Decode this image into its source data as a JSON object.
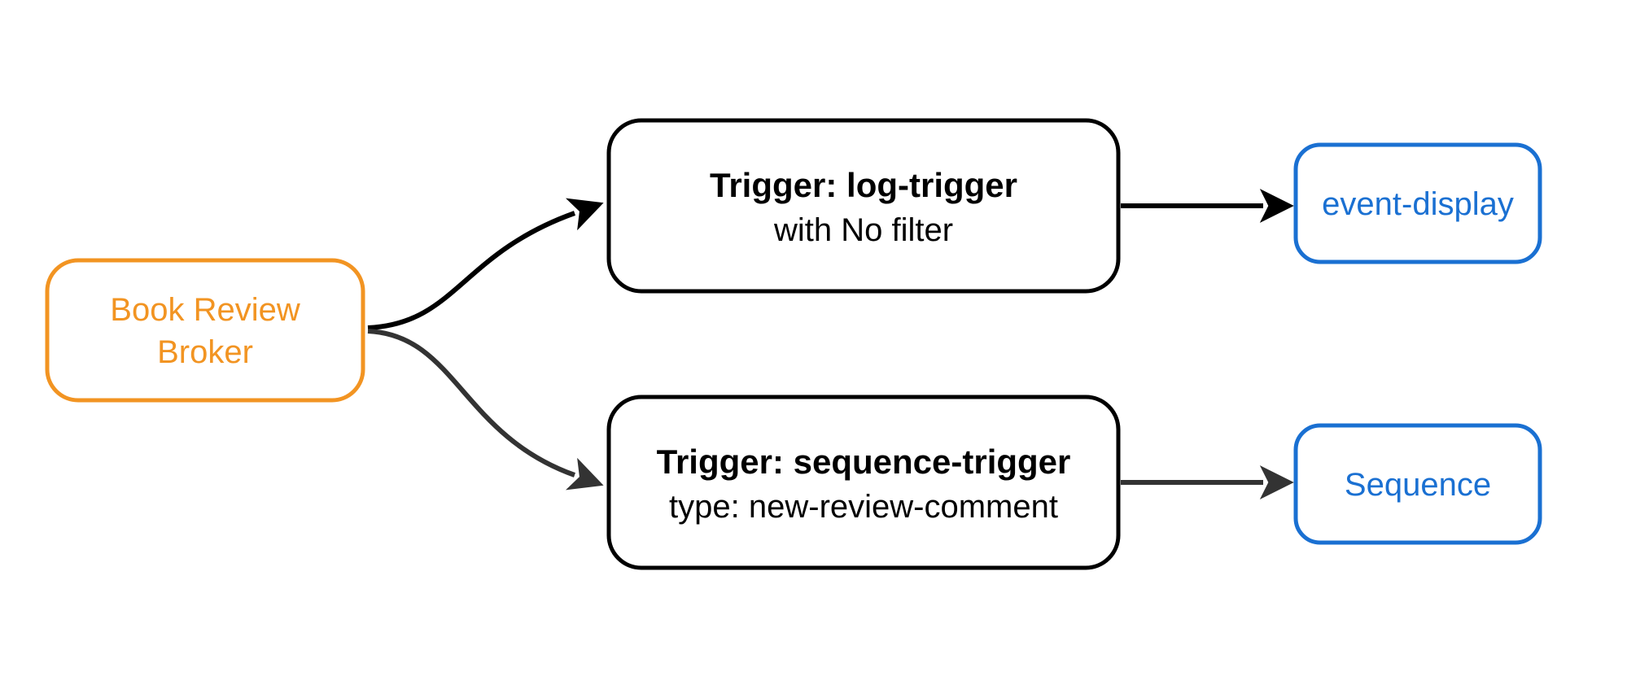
{
  "diagram": {
    "type": "flowchart",
    "background": "#ffffff",
    "colors": {
      "orange": "#F29422",
      "blue": "#1A70D2",
      "black": "#000000",
      "gray": "#333333",
      "node_fill": "#ffffff"
    },
    "nodes": {
      "broker": {
        "label_line1": "Book Review",
        "label_line2": "Broker",
        "border_color": "#F29422",
        "text_color": "#F29422"
      },
      "trigger_log": {
        "title": "Trigger: log-trigger",
        "subtitle": "with No filter",
        "border_color": "#000000",
        "text_color": "#000000"
      },
      "trigger_sequence": {
        "title": "Trigger: sequence-trigger",
        "subtitle": "type: new-review-comment",
        "border_color": "#000000",
        "text_color": "#000000"
      },
      "event_display": {
        "label": "event-display",
        "border_color": "#1A70D2",
        "text_color": "#1A70D2"
      },
      "sequence": {
        "label": "Sequence",
        "border_color": "#1A70D2",
        "text_color": "#1A70D2"
      }
    },
    "edges": [
      {
        "from": "broker",
        "to": "trigger_log",
        "color": "#000000"
      },
      {
        "from": "broker",
        "to": "trigger_sequence",
        "color": "#333333"
      },
      {
        "from": "trigger_log",
        "to": "event_display",
        "color": "#000000"
      },
      {
        "from": "trigger_sequence",
        "to": "sequence",
        "color": "#333333"
      }
    ]
  }
}
